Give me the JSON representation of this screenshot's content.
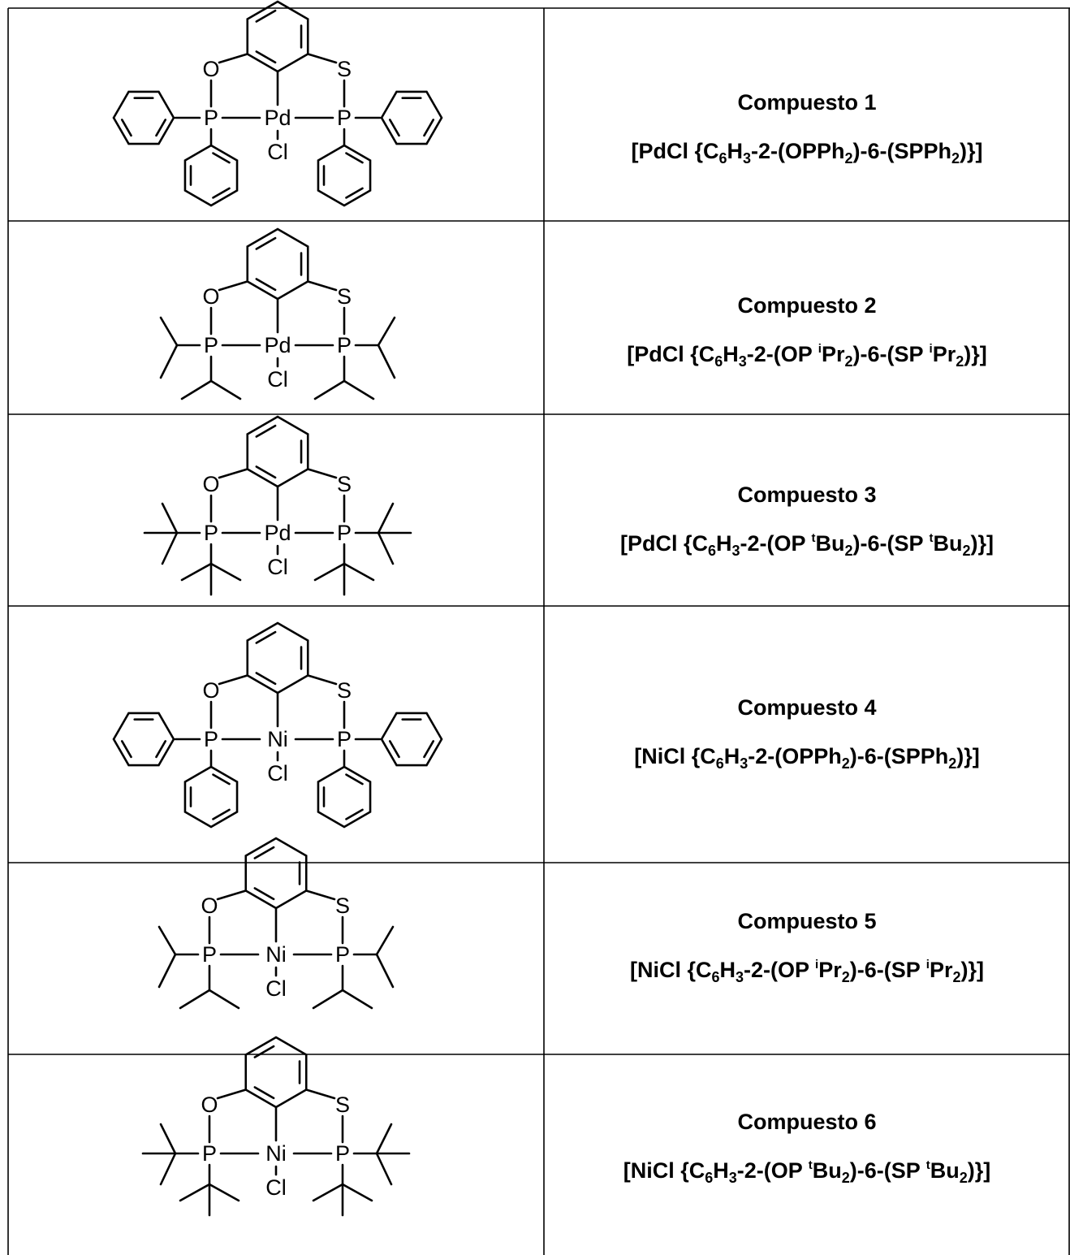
{
  "rows": [
    {
      "metal": "Pd",
      "substituent": "Ph",
      "title": "Compuesto 1",
      "formula": [
        {
          "t": "[PdCl {C",
          "s": "n"
        },
        {
          "t": "6",
          "s": "sub"
        },
        {
          "t": "H",
          "s": "n"
        },
        {
          "t": "3",
          "s": "sub"
        },
        {
          "t": "-2-(OPPh",
          "s": "n"
        },
        {
          "t": "2",
          "s": "sub"
        },
        {
          "t": ")-6-(SPPh",
          "s": "n"
        },
        {
          "t": "2",
          "s": "sub"
        },
        {
          "t": ")}]",
          "s": "n"
        }
      ]
    },
    {
      "metal": "Pd",
      "substituent": "iPr",
      "title": "Compuesto 2",
      "formula": [
        {
          "t": "[PdCl {C",
          "s": "n"
        },
        {
          "t": "6",
          "s": "sub"
        },
        {
          "t": "H",
          "s": "n"
        },
        {
          "t": "3",
          "s": "sub"
        },
        {
          "t": "-2-(OP ",
          "s": "n"
        },
        {
          "t": "i",
          "s": "sup"
        },
        {
          "t": "Pr",
          "s": "n"
        },
        {
          "t": "2",
          "s": "sub"
        },
        {
          "t": ")-6-(SP ",
          "s": "n"
        },
        {
          "t": "i",
          "s": "sup"
        },
        {
          "t": "Pr",
          "s": "n"
        },
        {
          "t": "2",
          "s": "sub"
        },
        {
          "t": ")}]",
          "s": "n"
        }
      ]
    },
    {
      "metal": "Pd",
      "substituent": "tBu",
      "title": "Compuesto 3",
      "formula": [
        {
          "t": "[PdCl {C",
          "s": "n"
        },
        {
          "t": "6",
          "s": "sub"
        },
        {
          "t": "H",
          "s": "n"
        },
        {
          "t": "3",
          "s": "sub"
        },
        {
          "t": "-2-(OP ",
          "s": "n"
        },
        {
          "t": "t",
          "s": "sup"
        },
        {
          "t": "Bu",
          "s": "n"
        },
        {
          "t": "2",
          "s": "sub"
        },
        {
          "t": ")-6-(SP ",
          "s": "n"
        },
        {
          "t": "t",
          "s": "sup"
        },
        {
          "t": "Bu",
          "s": "n"
        },
        {
          "t": "2",
          "s": "sub"
        },
        {
          "t": ")}]",
          "s": "n"
        }
      ]
    },
    {
      "metal": "Ni",
      "substituent": "Ph",
      "title": "Compuesto 4",
      "formula": [
        {
          "t": "[NiCl {C",
          "s": "n"
        },
        {
          "t": "6",
          "s": "sub"
        },
        {
          "t": "H",
          "s": "n"
        },
        {
          "t": "3",
          "s": "sub"
        },
        {
          "t": "-2-(OPPh",
          "s": "n"
        },
        {
          "t": "2",
          "s": "sub"
        },
        {
          "t": ")-6-(SPPh",
          "s": "n"
        },
        {
          "t": "2",
          "s": "sub"
        },
        {
          "t": ")}]",
          "s": "n"
        }
      ]
    },
    {
      "metal": "Ni",
      "substituent": "iPr",
      "title": "Compuesto 5",
      "formula": [
        {
          "t": "[NiCl {C",
          "s": "n"
        },
        {
          "t": "6",
          "s": "sub"
        },
        {
          "t": "H",
          "s": "n"
        },
        {
          "t": "3",
          "s": "sub"
        },
        {
          "t": "-2-(OP ",
          "s": "n"
        },
        {
          "t": "i",
          "s": "sup"
        },
        {
          "t": "Pr",
          "s": "n"
        },
        {
          "t": "2",
          "s": "sub"
        },
        {
          "t": ")-6-(SP ",
          "s": "n"
        },
        {
          "t": "i",
          "s": "sup"
        },
        {
          "t": "Pr",
          "s": "n"
        },
        {
          "t": "2",
          "s": "sub"
        },
        {
          "t": ")}]",
          "s": "n"
        }
      ]
    },
    {
      "metal": "Ni",
      "substituent": "tBu",
      "title": "Compuesto 6",
      "formula": [
        {
          "t": "[NiCl {C",
          "s": "n"
        },
        {
          "t": "6",
          "s": "sub"
        },
        {
          "t": "H",
          "s": "n"
        },
        {
          "t": "3",
          "s": "sub"
        },
        {
          "t": "-2-(OP ",
          "s": "n"
        },
        {
          "t": "t",
          "s": "sup"
        },
        {
          "t": "Bu",
          "s": "n"
        },
        {
          "t": "2",
          "s": "sub"
        },
        {
          "t": ")-6-(SP ",
          "s": "n"
        },
        {
          "t": "t",
          "s": "sup"
        },
        {
          "t": "Bu",
          "s": "n"
        },
        {
          "t": "2",
          "s": "sub"
        },
        {
          "t": ")}]",
          "s": "n"
        }
      ]
    }
  ],
  "atoms": {
    "oxygen": "O",
    "sulfur": "S",
    "phosphorus": "P",
    "chlorine": "Cl"
  }
}
